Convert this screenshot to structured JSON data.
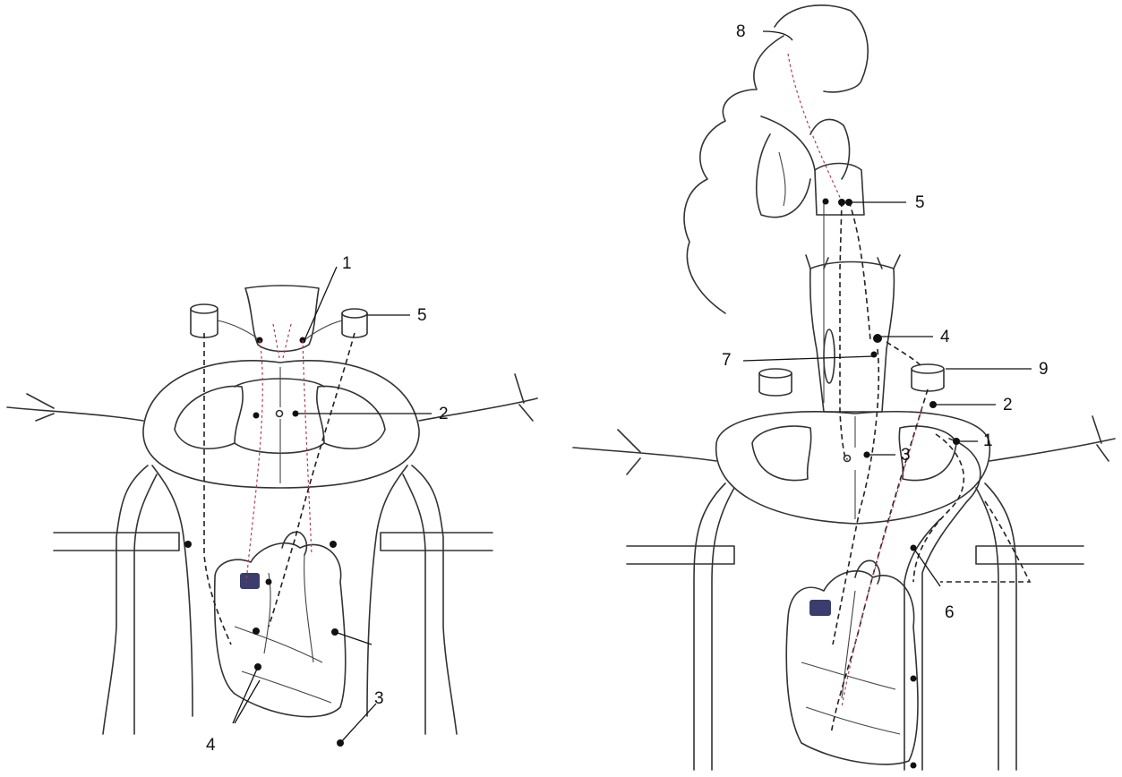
{
  "left_panel": {
    "labels": [
      "1",
      "5",
      "2",
      "3",
      "4"
    ]
  },
  "right_panel": {
    "labels": [
      "8",
      "5",
      "4",
      "7",
      "9",
      "2",
      "1",
      "3",
      "6"
    ]
  },
  "colors": {
    "line": "#333333",
    "pathway_red": "#b04050",
    "vessel_blue": "#3a3d6e"
  }
}
